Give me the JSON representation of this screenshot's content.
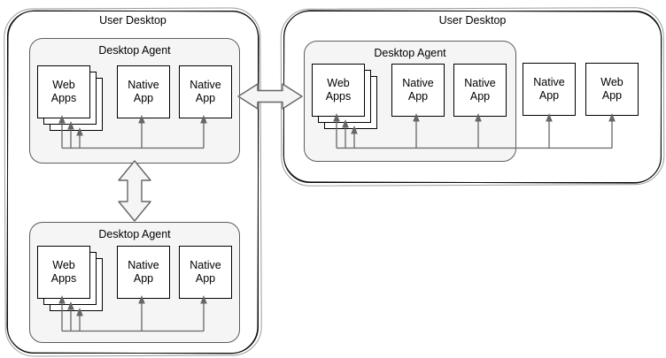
{
  "diagram": {
    "left_desktop": {
      "title": "User Desktop",
      "agent_top": {
        "title": "Desktop Agent",
        "web_apps": "Web\nApps",
        "native_app_1": "Native\nApp",
        "native_app_2": "Native\nApp"
      },
      "agent_bottom": {
        "title": "Desktop Agent",
        "web_apps": "Web\nApps",
        "native_app_1": "Native\nApp",
        "native_app_2": "Native\nApp"
      }
    },
    "right_desktop": {
      "title": "User Desktop",
      "agent": {
        "title": "Desktop Agent",
        "web_apps": "Web\nApps",
        "native_app_1": "Native\nApp",
        "native_app_2": "Native\nApp"
      },
      "outer_native_app": "Native\nApp",
      "outer_web_app": "Web\nApp"
    },
    "colors": {
      "desktop_border": "#000000",
      "agent_fill": "#f5f5f5",
      "agent_border": "#5c5c5c",
      "app_fill": "#ffffff",
      "app_border": "#000000",
      "connector": "#666666",
      "double_arrow_fill": "#f5f5f5",
      "double_arrow_stroke": "#666666"
    }
  }
}
